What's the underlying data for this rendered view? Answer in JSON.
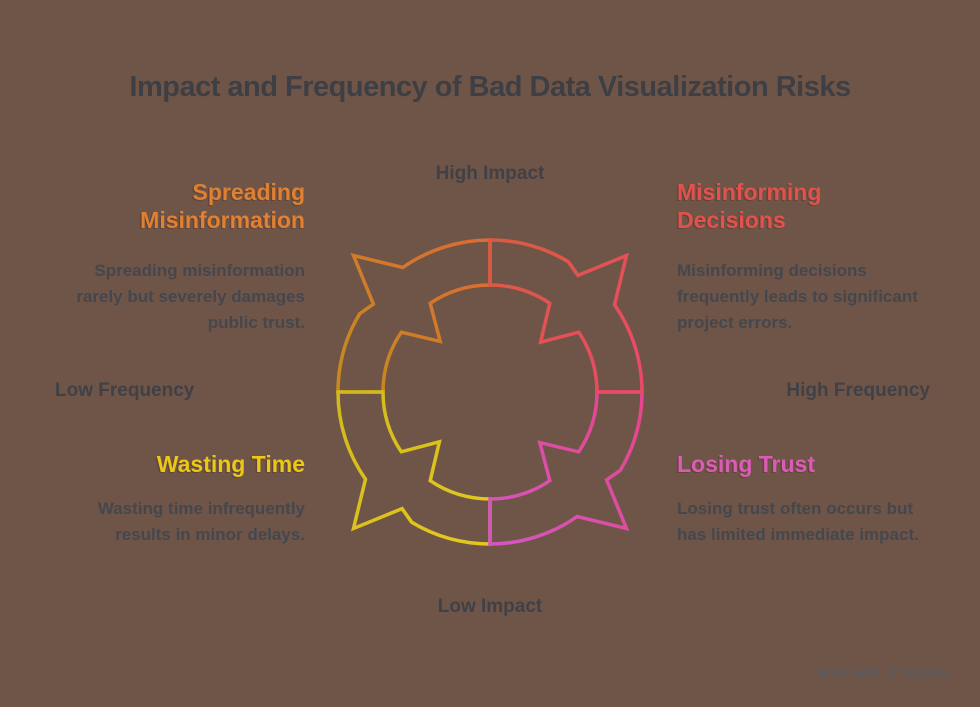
{
  "title": "Impact and Frequency of Bad Data Visualization Risks",
  "axis_labels": {
    "top": "High Impact",
    "bottom": "Low Impact",
    "left": "Low Frequency",
    "right": "High Frequency"
  },
  "quadrants": [
    {
      "id": "spreading-misinformation",
      "position": "top-left",
      "heading": "Spreading Misinformation",
      "description": "Spreading misinformation rarely but severely damages public trust.",
      "accent_color": "#DF8130"
    },
    {
      "id": "misinforming-decisions",
      "position": "top-right",
      "heading": "Misinforming Decisions",
      "description": "Misinforming decisions frequently leads to significant project errors.",
      "accent_color": "#E1524C"
    },
    {
      "id": "wasting-time",
      "position": "bottom-left",
      "heading": "Wasting Time",
      "description": "Wasting time infrequently results in minor delays.",
      "accent_color": "#E9C816"
    },
    {
      "id": "losing-trust",
      "position": "bottom-right",
      "heading": "Losing Trust",
      "description": "Losing trust often occurs but has limited immediate impact.",
      "accent_color": "#DB5BB7"
    }
  ],
  "diagram": {
    "type": "cycle-quadrant-ring",
    "segments": [
      {
        "id": "spreading-misinformation",
        "start_angle": 270,
        "gradient_from": "#C68A1E",
        "gradient_to": "#DB6C33"
      },
      {
        "id": "wasting-time",
        "start_angle": 180,
        "gradient_from": "#E4C91D",
        "gradient_to": "#D2BA1A"
      },
      {
        "id": "losing-trust",
        "start_angle": 90,
        "gradient_from": "#E5468C",
        "gradient_to": "#D356BE"
      },
      {
        "id": "misinforming-decisions",
        "start_angle": 0,
        "gradient_from": "#DC5A43",
        "gradient_to": "#EC4868"
      }
    ]
  },
  "watermark": {
    "prefix": "Made with",
    "brand": "Napkin",
    "icon": "pen-nib-icon"
  },
  "colors": {
    "background": "#6F5548",
    "title_text": "#3D3F45",
    "axis_text": "#3F4147",
    "body_text": "#44474D",
    "watermark_text": "#595A5E"
  }
}
